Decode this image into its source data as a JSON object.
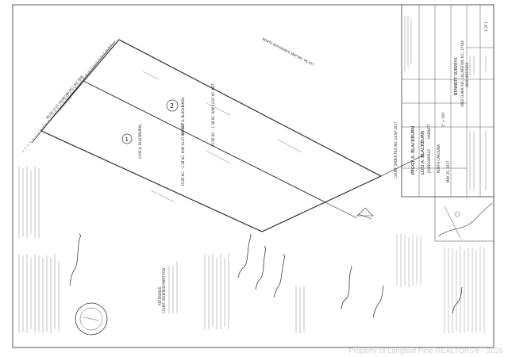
{
  "survey": {
    "firm": "BENNETT SURVEYS",
    "firm_address": "1662 CLARK RD., LILLINGTON, N.C. 27546",
    "firm_phone": "(910) 893-5252",
    "prepared_for": "PEGGY A. BLACKBURN",
    "prepared_for_2": "LOIS A. BLACKBURN",
    "township": "JOHNSONVILLE",
    "county": "HARNETT",
    "state": "NORTH CAROLINA",
    "scale": "1\" = 100'",
    "date": "MAY 25, 2017",
    "sheet_number": "1 OF 1",
    "map_reference": "NORTH REFERENCE MAP NO. 96-457",
    "road_label": "NCSR 1115 (DUNCAN RD.) 60' R/W",
    "court_order": "COURT ORDER FILE NO. 14 SP 2017",
    "reference_title": "REFERENCE",
    "reference_text": "COURT ORDERED PARTITION",
    "lot1": {
      "number": "1",
      "owner": "(LOIS A. BLACKBURN)",
      "area": "15.85 AC. - 1.38 AC. R/W 14.47 AC. NET"
    },
    "lot2": {
      "number": "2",
      "owner": "(PEGGY A. BLACKBURN)",
      "area": "15.85 AC. - 1.38 AC. R/W 14.47 AC. NET"
    },
    "signatures": [
      "Sheila T. Bennett",
      "Lois A. Blackburn",
      "Peggy A. Blackburn"
    ]
  },
  "watermark": "Property of Longleaf Pine REALTORS® · 2026"
}
